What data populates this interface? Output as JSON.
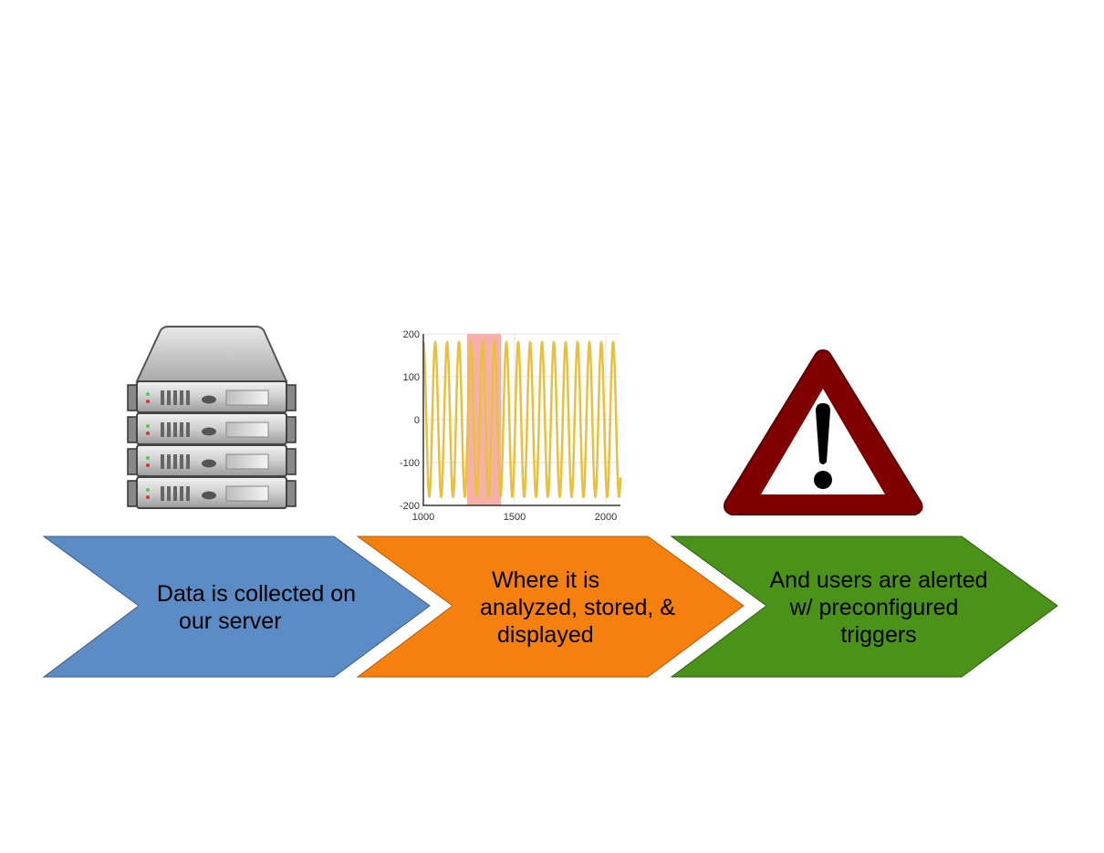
{
  "steps": [
    {
      "line1": "Data is collected on",
      "line2": "our server",
      "line3": "",
      "color": "#5b8cc6"
    },
    {
      "line1": "Where it is",
      "line2": "analyzed, stored, &",
      "line3": "displayed",
      "color": "#f6800e"
    },
    {
      "line1": "And users are alerted",
      "line2": "w/ preconfigured",
      "line3": "triggers",
      "color": "#4b9219"
    }
  ],
  "icons": {
    "server": "server-rack-icon",
    "chart": "signal-chart-icon",
    "warning": "warning-triangle-icon"
  },
  "chart_data": {
    "type": "line",
    "title": "",
    "xlabel": "",
    "ylabel": "",
    "xlim": [
      1000,
      2080
    ],
    "ylim": [
      -200,
      200
    ],
    "x_ticks": [
      "1000",
      "1500",
      "2000"
    ],
    "y_ticks": [
      "200",
      "100",
      "0",
      "-100",
      "-200"
    ],
    "series": [
      {
        "kind": "sine",
        "amplitude": 180,
        "period": 65,
        "color": "#e8c040"
      }
    ],
    "highlight": {
      "x_range": [
        1240,
        1425
      ],
      "color": "#f7b0a8"
    },
    "grid": true
  }
}
